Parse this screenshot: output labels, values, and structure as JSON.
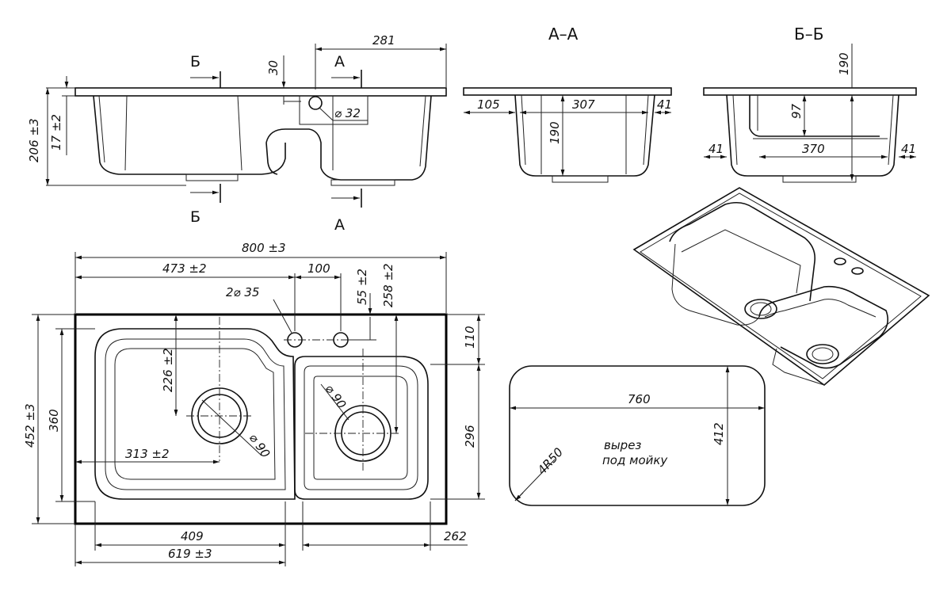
{
  "views": {
    "section_a": "А–А",
    "section_b": "Б–Б",
    "mark_a": "А",
    "mark_b": "Б"
  },
  "side_view": {
    "d_281": "281",
    "d_30": "30",
    "d_hole": "⌀ 32",
    "d_206": "206 ±3",
    "d_17": "17 ±2"
  },
  "section_aa": {
    "d_105": "105",
    "d_307": "307",
    "d_41": "41",
    "d_190": "190"
  },
  "section_bb": {
    "d_190": "190",
    "d_97": "97",
    "d_370": "370",
    "d_41_left": "41",
    "d_41_right": "41"
  },
  "plan_view": {
    "d_800": "800 ±3",
    "d_473": "473 ±2",
    "d_100": "100",
    "d_holes": "2⌀ 35",
    "d_55": "55 ±2",
    "d_258": "258 ±2",
    "d_110": "110",
    "d_226": "226 ±2",
    "d_drain_left": "⌀ 90",
    "d_drain_right": "⌀ 90",
    "d_452": "452 ±3",
    "d_360": "360",
    "d_313": "313 ±2",
    "d_296": "296",
    "d_409": "409",
    "d_619": "619 ±3",
    "d_262": "262"
  },
  "cutout": {
    "d_760": "760",
    "d_412": "412",
    "d_radius": "4R50",
    "note_line1": "вырез",
    "note_line2": "под мойку"
  }
}
